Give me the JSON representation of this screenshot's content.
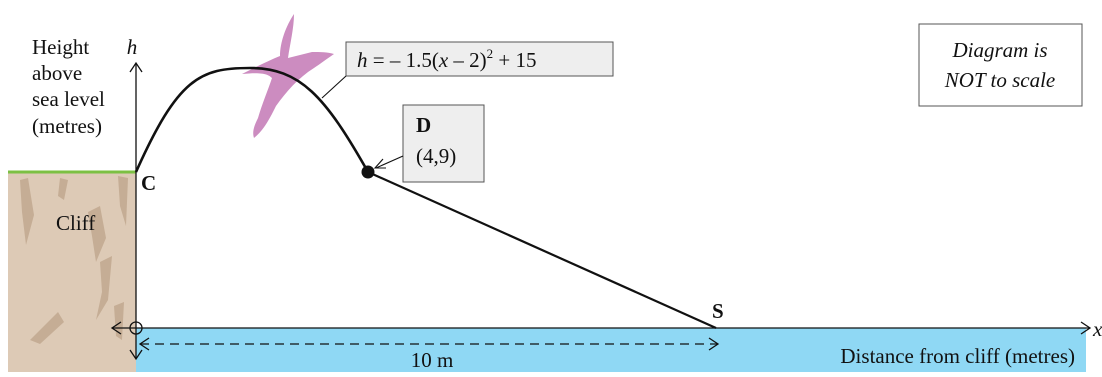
{
  "diagram": {
    "y_axis_symbol": "h",
    "x_axis_symbol": "x",
    "y_axis_label_lines": [
      "Height",
      "above",
      "sea level",
      "(metres)"
    ],
    "x_axis_label": "Distance from cliff (metres)",
    "cliff_label": "Cliff",
    "point_c_label": "C",
    "point_s_label": "S",
    "point_d": {
      "label": "D",
      "coords": "(4,9)",
      "x": 4,
      "h": 9
    },
    "equation": {
      "lhs": "h",
      "rest_prefix": " = – 1.5(",
      "var": "x",
      "rest_suffix": " – 2)",
      "exponent": "2",
      "tail": " + 15"
    },
    "distance_label": "10 m",
    "note_lines": [
      "Diagram is",
      "NOT to scale"
    ]
  },
  "chart_data": {
    "type": "line",
    "curve_equation": "h = -1.5(x - 2)^2 + 15",
    "curve_domain": [
      0,
      4
    ],
    "segment": {
      "from": [
        4,
        9
      ],
      "to": [
        10,
        0
      ]
    },
    "distance": 10,
    "distance_unit": "m"
  },
  "colors": {
    "cliff": "#ddcab6",
    "cliff_cracks": "#c5ad95",
    "grass": "#7cc043",
    "sea": "#8fd8f4",
    "bird": "#cc8cc0",
    "box_fill": "#eeeeee",
    "line": "#111111"
  }
}
